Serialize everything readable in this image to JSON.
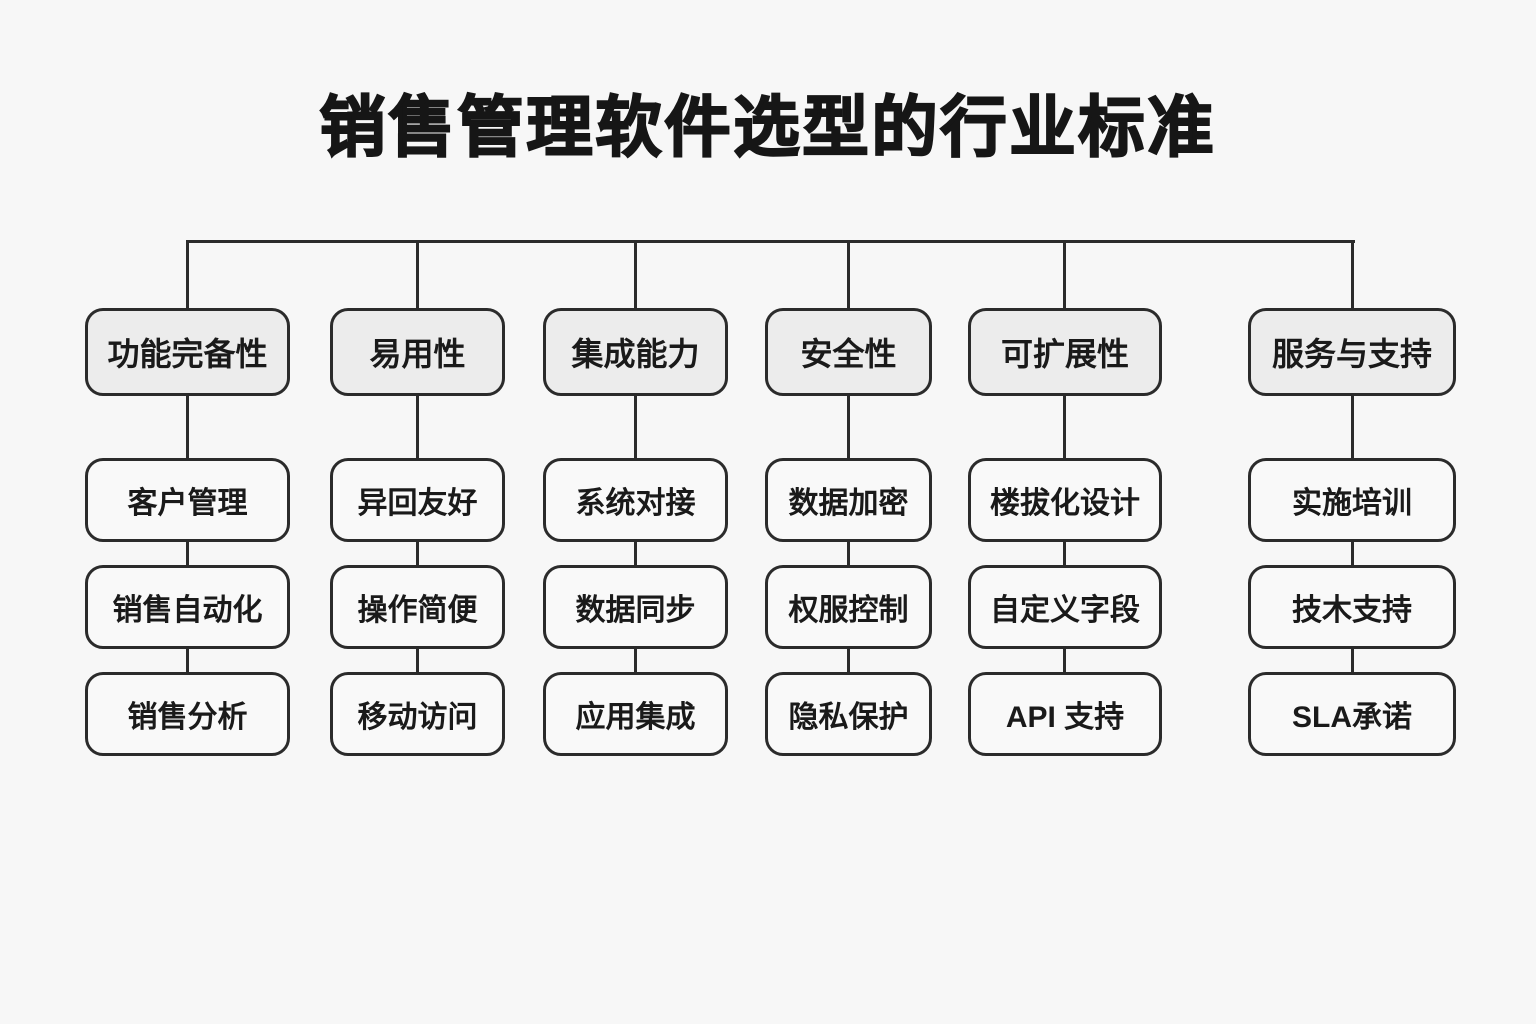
{
  "title": "销售管理软件选型的行业标准",
  "colors": {
    "background": "#f7f7f7",
    "line": "#2b2b2b",
    "header_fill": "#ececec",
    "item_fill": "#f9f9f9",
    "text": "#1a1a1a"
  },
  "columns": [
    {
      "header": "功能完备性",
      "items": [
        "客户管理",
        "销售自动化",
        "销售分析"
      ]
    },
    {
      "header": "易用性",
      "items": [
        "异回友好",
        "操作简便",
        "移动访问"
      ]
    },
    {
      "header": "集成能力",
      "items": [
        "系统对接",
        "数据同步",
        "应用集成"
      ]
    },
    {
      "header": "安全性",
      "items": [
        "数据加密",
        "权服控制",
        "隐私保护"
      ]
    },
    {
      "header": "可扩展性",
      "items": [
        "楼拔化设计",
        "自定义字段",
        "API 支持"
      ]
    },
    {
      "header": "服务与支持",
      "items": [
        "实施培训",
        "技木支持",
        "SLA承诺"
      ]
    }
  ]
}
